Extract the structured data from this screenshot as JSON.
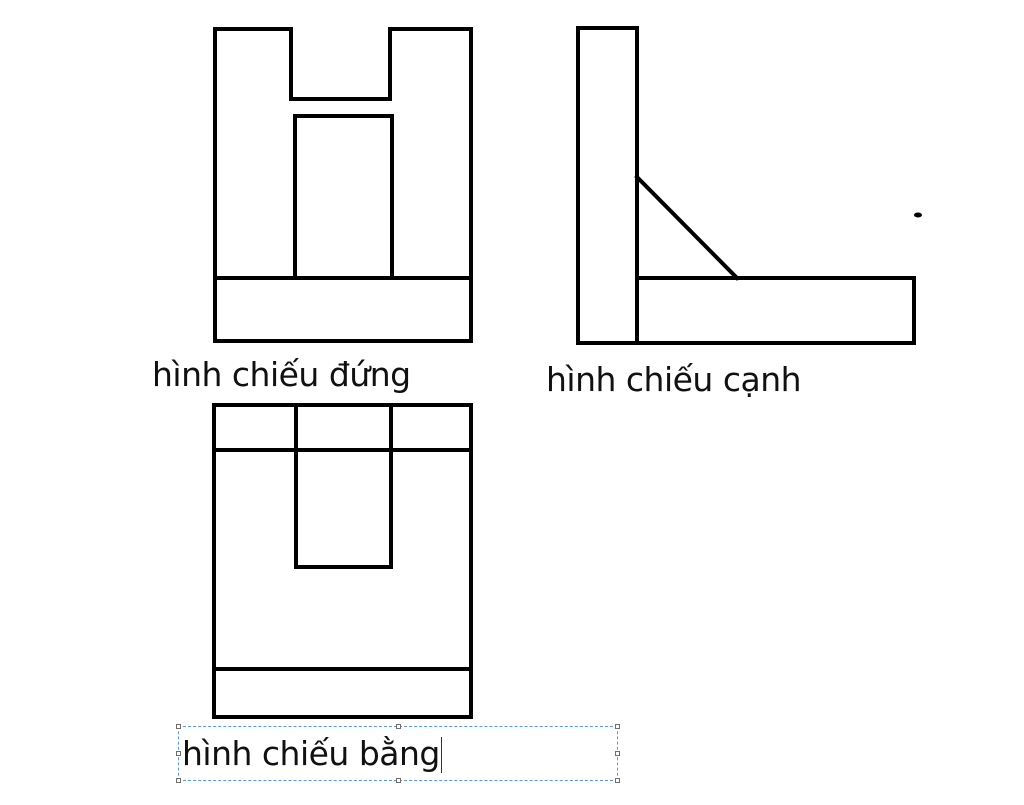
{
  "drawing": {
    "stroke_color": "#000000",
    "stroke_width": 4,
    "views": [
      {
        "id": "front",
        "label": "hình chiếu đứng"
      },
      {
        "id": "side",
        "label": "hình chiếu cạnh"
      },
      {
        "id": "top",
        "label": "hình chiếu bằng"
      }
    ]
  },
  "labels": {
    "front_view": "hình chiếu đứng",
    "side_view": "hình chiếu cạnh",
    "top_view": "hình chiếu bằng"
  },
  "textbox": {
    "border_color": "#5b9bd5",
    "editing": true
  }
}
